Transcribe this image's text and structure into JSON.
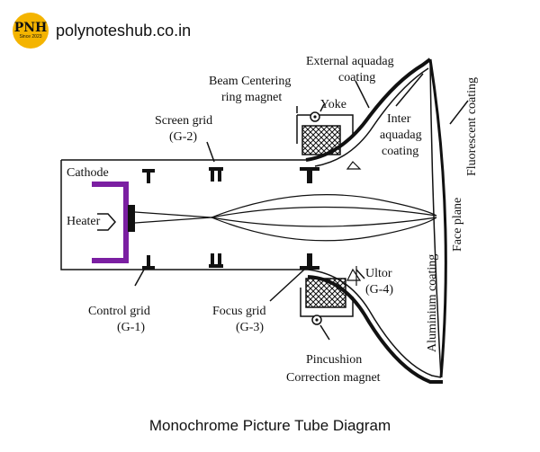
{
  "brand": {
    "logo_text": "PNH",
    "logo_sub": "Since 2023",
    "site": "polynoteshub.co.in"
  },
  "caption": "Monochrome Picture Tube Diagram",
  "labels": {
    "external_aquadag_1": "External aquadag",
    "external_aquadag_2": "coating",
    "beam_centering_1": "Beam Centering",
    "beam_centering_2": "ring magnet",
    "yoke": "Yoke",
    "inter_aquadag_1": "Inter",
    "inter_aquadag_2": "aquadag",
    "inter_aquadag_3": "coating",
    "fluorescent": "Fluorescent coating",
    "screen_grid_1": "Screen grid",
    "screen_grid_2": "(G-2)",
    "cathode": "Cathode",
    "heater": "Heater",
    "face_plane": "Face plane",
    "aluminium": "Aluminium coating",
    "ultor_1": "Ultor",
    "ultor_2": "(G-4)",
    "control_grid_1": "Control grid",
    "control_grid_2": "(G-1)",
    "focus_grid_1": "Focus grid",
    "focus_grid_2": "(G-3)",
    "pincushion_1": "Pincushion",
    "pincushion_2": "Correction magnet"
  },
  "colors": {
    "cathode": "#7b1fa2",
    "logo": "#f4b400",
    "line": "#111111"
  }
}
